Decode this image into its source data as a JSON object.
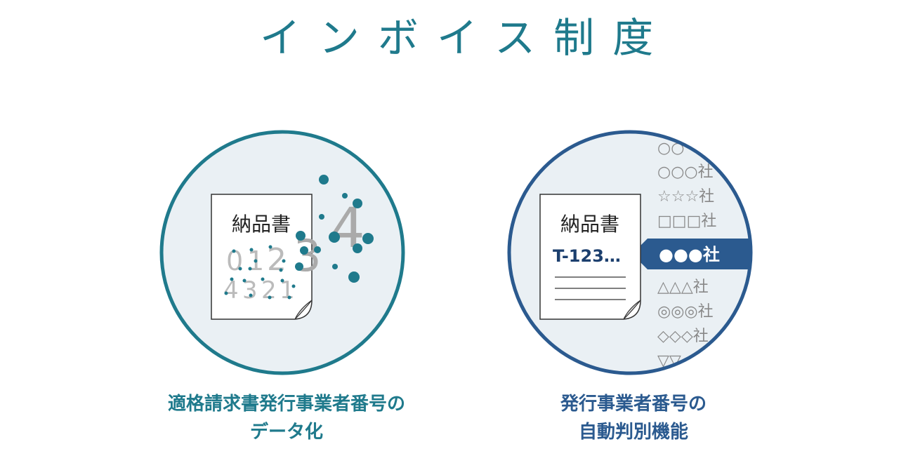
{
  "title": "インボイス制度",
  "colors": {
    "teal": "#1f7a8c",
    "navy": "#2b5a8f",
    "circle_fill": "#eaf0f4"
  },
  "left": {
    "doc_title": "納品書",
    "digits_row1": [
      "0",
      "1",
      "2"
    ],
    "digits_row2": [
      "4",
      "3",
      "2",
      "1"
    ],
    "floating_digits": [
      "3",
      "4"
    ],
    "caption_line1": "適格請求書発行事業者番号の",
    "caption_line2": "データ化"
  },
  "right": {
    "doc_title": "納品書",
    "number": "T-123…",
    "companies_top": [
      "○○",
      "○○○社",
      "☆☆☆社",
      "□□□社"
    ],
    "selected_company": "●●●社",
    "companies_bottom": [
      "△△△社",
      "◎◎◎社",
      "◇◇◇社",
      "▽▽"
    ],
    "caption_line1": "発行事業者番号の",
    "caption_line2": "自動判別機能"
  }
}
